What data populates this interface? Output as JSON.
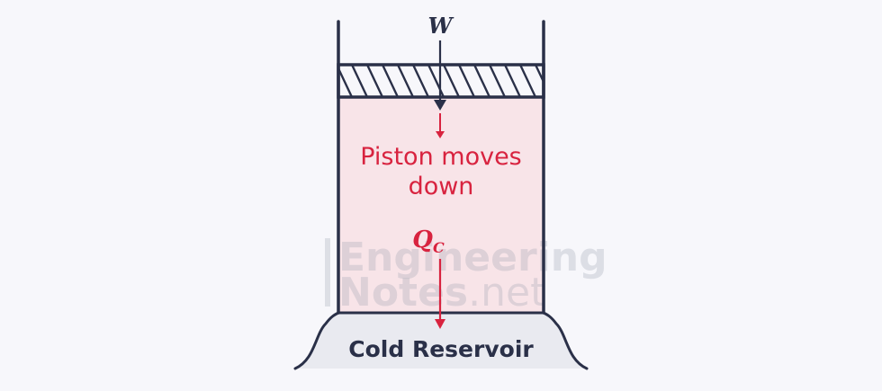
{
  "labels": {
    "work": "W",
    "piston_line1": "Piston moves",
    "piston_line2": "down",
    "heat_main": "Q",
    "heat_sub": "C",
    "reservoir": "Cold Reservoir"
  },
  "watermark": {
    "line1": "Engineering",
    "line2_bold": "Notes",
    "line2_light": ".net"
  },
  "colors": {
    "background": "#f7f7fb",
    "gas_fill": "#f8e4e8",
    "outline": "#2a3048",
    "accent_red": "#d8233f",
    "reservoir_fill": "#e9eaf0"
  }
}
